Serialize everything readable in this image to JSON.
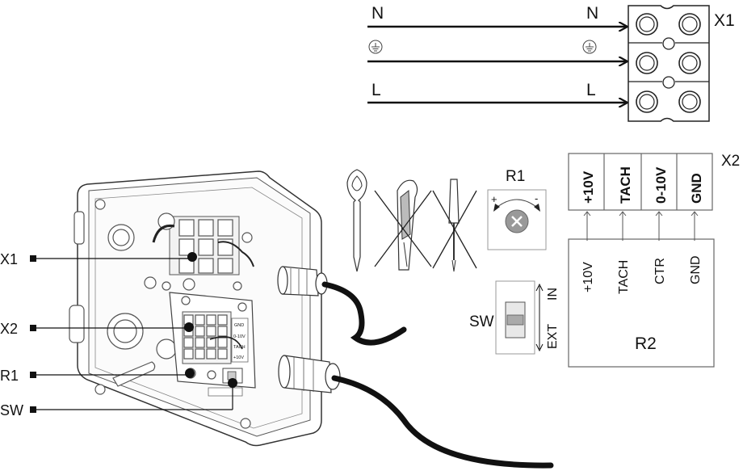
{
  "supply": {
    "lines": [
      {
        "left": "N",
        "right": "N"
      },
      {
        "left": "",
        "right": ""
      },
      {
        "left": "L",
        "right": "L"
      }
    ],
    "block_label": "X1"
  },
  "callouts": [
    "X1",
    "X2",
    "R1",
    "SW"
  ],
  "board_labels": [
    "GND",
    "0-10V",
    "TACH",
    "+10V"
  ],
  "r1": {
    "title": "R1",
    "plus": "+",
    "minus": "-"
  },
  "sw": {
    "label": "SW",
    "upper": "IN",
    "lower": "EXT"
  },
  "x2": {
    "label": "X2",
    "terminals": [
      "+10V",
      "TACH",
      "0-10V",
      "GND"
    ]
  },
  "r2": {
    "label": "R2",
    "pins": [
      "+10V",
      "TACH",
      "CTR",
      "GND"
    ]
  }
}
